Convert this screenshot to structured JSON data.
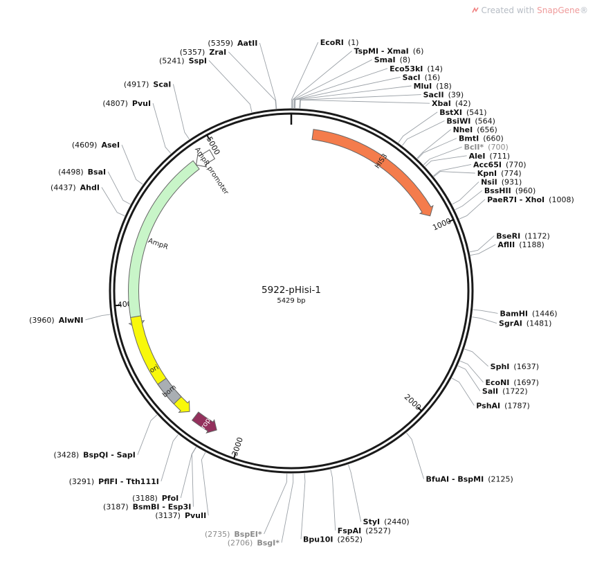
{
  "watermark": {
    "prefix": "Created with",
    "brand": "SnapGene",
    "suffix": "®",
    "icon": "snapgene-logo-icon"
  },
  "plasmid": {
    "name": "5922-pHisi-1",
    "length_label": "5429 bp",
    "length": 5429
  },
  "ticks": [
    {
      "bp": 1000,
      "label": "1000"
    },
    {
      "bp": 2000,
      "label": "2000"
    },
    {
      "bp": 3000,
      "label": "3000"
    },
    {
      "bp": 4000,
      "label": "4000"
    },
    {
      "bp": 5000,
      "label": "5000"
    }
  ],
  "features": [
    {
      "name": "HIS3",
      "color": "#f47c4c",
      "start": 118,
      "end": 930,
      "strand": 1
    },
    {
      "name": "AmpR",
      "color": "#c8f5c8",
      "start": 3860,
      "end": 4870,
      "strand": -1
    },
    {
      "name": "AmpR promoter",
      "color": "#ffffff",
      "start": 4870,
      "end": 4975,
      "strand": -1
    },
    {
      "name": "ori",
      "color": "#f8f80a",
      "start": 3320,
      "end": 3930,
      "strand": -1
    },
    {
      "name": "bom",
      "color": "#a9aeb3",
      "start": 3410,
      "end": 3545,
      "strand": 0
    },
    {
      "name": "rop",
      "color": "#93305c",
      "start": 3140,
      "end": 3280,
      "strand": -1
    }
  ],
  "sites": [
    {
      "name": "EcoRI",
      "pos": "(1)",
      "bp": 1,
      "side": "R",
      "dim": false
    },
    {
      "name": "TspMI - XmaI",
      "pos": "(6)",
      "bp": 6,
      "side": "R",
      "dim": false
    },
    {
      "name": "SmaI",
      "pos": "(8)",
      "bp": 8,
      "side": "R",
      "dim": false
    },
    {
      "name": "Eco53kI",
      "pos": "(14)",
      "bp": 14,
      "side": "R",
      "dim": false
    },
    {
      "name": "SacI",
      "pos": "(16)",
      "bp": 16,
      "side": "R",
      "dim": false
    },
    {
      "name": "MluI",
      "pos": "(18)",
      "bp": 18,
      "side": "R",
      "dim": false
    },
    {
      "name": "SacII",
      "pos": "(39)",
      "bp": 39,
      "side": "R",
      "dim": false
    },
    {
      "name": "XbaI",
      "pos": "(42)",
      "bp": 42,
      "side": "R",
      "dim": false
    },
    {
      "name": "BstXI",
      "pos": "(541)",
      "bp": 541,
      "side": "R",
      "dim": false
    },
    {
      "name": "BsiWI",
      "pos": "(564)",
      "bp": 564,
      "side": "R",
      "dim": false
    },
    {
      "name": "NheI",
      "pos": "(656)",
      "bp": 656,
      "side": "R",
      "dim": false
    },
    {
      "name": "BmtI",
      "pos": "(660)",
      "bp": 660,
      "side": "R",
      "dim": false
    },
    {
      "name": "BclI*",
      "pos": "(700)",
      "bp": 700,
      "side": "R",
      "dim": true
    },
    {
      "name": "AleI",
      "pos": "(711)",
      "bp": 711,
      "side": "R",
      "dim": false
    },
    {
      "name": "Acc65I",
      "pos": "(770)",
      "bp": 770,
      "side": "R",
      "dim": false
    },
    {
      "name": "KpnI",
      "pos": "(774)",
      "bp": 774,
      "side": "R",
      "dim": false
    },
    {
      "name": "NsiI",
      "pos": "(931)",
      "bp": 931,
      "side": "R",
      "dim": false
    },
    {
      "name": "BssHII",
      "pos": "(960)",
      "bp": 960,
      "side": "R",
      "dim": false
    },
    {
      "name": "PaeR7I - XhoI",
      "pos": "(1008)",
      "bp": 1008,
      "side": "R",
      "dim": false
    },
    {
      "name": "BseRI",
      "pos": "(1172)",
      "bp": 1172,
      "side": "R",
      "dim": false
    },
    {
      "name": "AflII",
      "pos": "(1188)",
      "bp": 1188,
      "side": "R",
      "dim": false
    },
    {
      "name": "BamHI",
      "pos": "(1446)",
      "bp": 1446,
      "side": "R",
      "dim": false
    },
    {
      "name": "SgrAI",
      "pos": "(1481)",
      "bp": 1481,
      "side": "R",
      "dim": false
    },
    {
      "name": "SphI",
      "pos": "(1637)",
      "bp": 1637,
      "side": "R",
      "dim": false
    },
    {
      "name": "EcoNI",
      "pos": "(1697)",
      "bp": 1697,
      "side": "R",
      "dim": false
    },
    {
      "name": "SalI",
      "pos": "(1722)",
      "bp": 1722,
      "side": "R",
      "dim": false
    },
    {
      "name": "PshAI",
      "pos": "(1787)",
      "bp": 1787,
      "side": "R",
      "dim": false
    },
    {
      "name": "BfuAI - BspMI",
      "pos": "(2125)",
      "bp": 2125,
      "side": "R",
      "dim": false
    },
    {
      "name": "StyI",
      "pos": "(2440)",
      "bp": 2440,
      "side": "R",
      "dim": false
    },
    {
      "name": "FspAI",
      "pos": "(2527)",
      "bp": 2527,
      "side": "R",
      "dim": false
    },
    {
      "name": "Bpu10I",
      "pos": "(2652)",
      "bp": 2652,
      "side": "R",
      "dim": false
    },
    {
      "name": "BsgI*",
      "pos": "(2706)",
      "bp": 2706,
      "side": "L",
      "dim": true
    },
    {
      "name": "BspEI*",
      "pos": "(2735)",
      "bp": 2735,
      "side": "L",
      "dim": true
    },
    {
      "name": "PvuII",
      "pos": "(3137)",
      "bp": 3137,
      "side": "L",
      "dim": false
    },
    {
      "name": "BsmBI - Esp3I",
      "pos": "(3187)",
      "bp": 3187,
      "side": "L",
      "dim": false
    },
    {
      "name": "PfoI",
      "pos": "(3188)",
      "bp": 3188,
      "side": "L",
      "dim": false
    },
    {
      "name": "PflFI - Tth111I",
      "pos": "(3291)",
      "bp": 3291,
      "side": "L",
      "dim": false
    },
    {
      "name": "BspQI - SapI",
      "pos": "(3428)",
      "bp": 3428,
      "side": "L",
      "dim": false
    },
    {
      "name": "AlwNI",
      "pos": "(3960)",
      "bp": 3960,
      "side": "L",
      "dim": false
    },
    {
      "name": "AhdI",
      "pos": "(4437)",
      "bp": 4437,
      "side": "L",
      "dim": false
    },
    {
      "name": "BsaI",
      "pos": "(4498)",
      "bp": 4498,
      "side": "L",
      "dim": false
    },
    {
      "name": "AseI",
      "pos": "(4609)",
      "bp": 4609,
      "side": "L",
      "dim": false
    },
    {
      "name": "PvuI",
      "pos": "(4807)",
      "bp": 4807,
      "side": "L",
      "dim": false
    },
    {
      "name": "ScaI",
      "pos": "(4917)",
      "bp": 4917,
      "side": "L",
      "dim": false
    },
    {
      "name": "SspI",
      "pos": "(5241)",
      "bp": 5241,
      "side": "L",
      "dim": false
    },
    {
      "name": "ZraI",
      "pos": "(5357)",
      "bp": 5357,
      "side": "L",
      "dim": false
    },
    {
      "name": "AatII",
      "pos": "(5359)",
      "bp": 5359,
      "side": "L",
      "dim": false
    }
  ]
}
